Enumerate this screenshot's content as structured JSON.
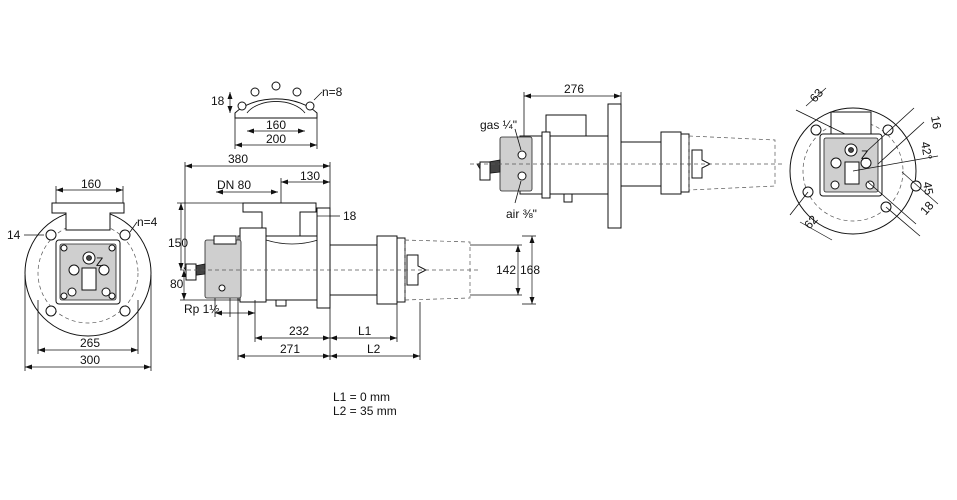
{
  "front_view": {
    "dim_width_top": "160",
    "bolt_count": "n=4",
    "dim_hole": "14",
    "dim_bolt_circle": "265",
    "dim_outer": "300"
  },
  "gas_flange_detail": {
    "dim_height": "18",
    "bolt_count": "n=8",
    "dim_inner": "160",
    "dim_outer": "200"
  },
  "side_view": {
    "dim_overall": "380",
    "nominal_size": "DN 80",
    "dim_offset": "130",
    "dim_flange_thickness": "18",
    "dim_height_top": "150",
    "dim_height_bottom": "80",
    "thread": "Rp 1½",
    "dim_232": "232",
    "dim_L1": "L1",
    "dim_271": "271",
    "dim_L2": "L2",
    "dim_tube_inner": "142",
    "dim_tube_outer": "168"
  },
  "variant_view": {
    "dim_length": "276",
    "gas_connection": "gas ¼\"",
    "air_connection": "air ⅜\""
  },
  "flange_view": {
    "dim_63": "63",
    "dim_16": "16",
    "dim_42": "42°",
    "dim_45": "45",
    "dim_18": "18",
    "dim_62": "62"
  },
  "notes": {
    "l1": "L1 = 0 mm",
    "l2": "L2 = 35 mm"
  }
}
